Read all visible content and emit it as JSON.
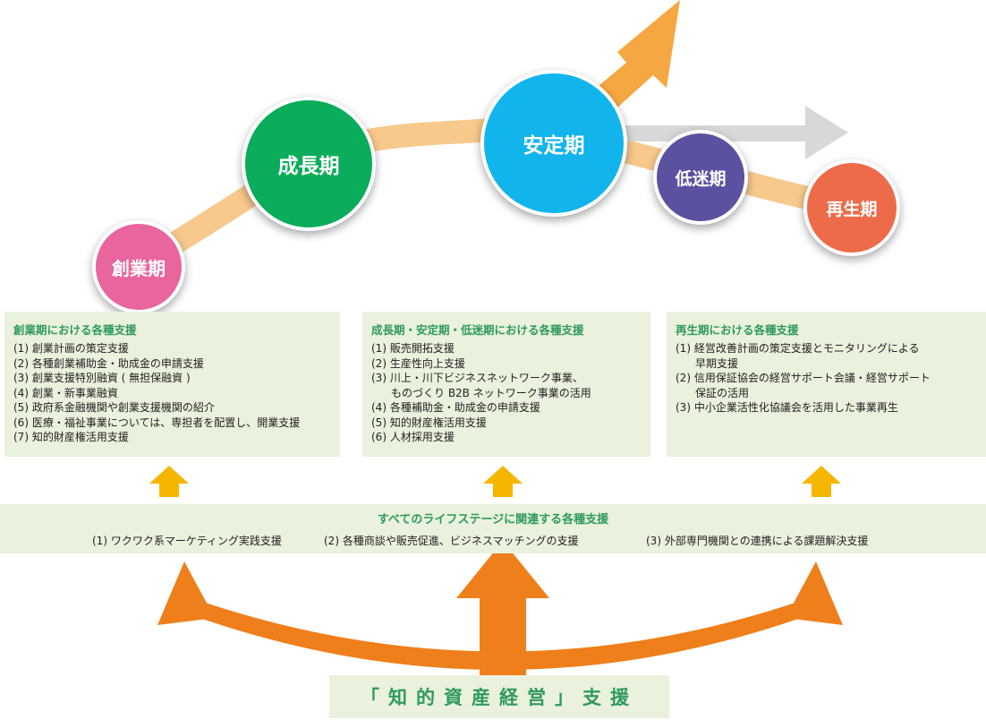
{
  "stages": {
    "sogyo": "創業期",
    "seicho": "成長期",
    "antei": "安定期",
    "teimei": "低迷期",
    "saisei": "再生期"
  },
  "panels": {
    "left": {
      "title": "創業期における各種支援",
      "items": [
        "(1) 創業計画の策定支援",
        "(2) 各種創業補助金・助成金の申請支援",
        "(3) 創業支援特別融資 ( 無担保融資 )",
        "(4) 創業・新事業融資",
        "(5) 政府系金融機関や創業支援機関の紹介",
        "(6) 医療・福祉事業については、専担者を配置し、開業支援",
        "(7) 知的財産権活用支援"
      ]
    },
    "middle": {
      "title": "成長期・安定期・低迷期における各種支援",
      "items": [
        "(1) 販売開拓支援",
        "(2) 生産性向上支援",
        "(3) 川上・川下ビジネスネットワーク事業、",
        "ものづくり B2B ネットワーク事業の活用",
        "(4) 各種補助金・助成金の申請支援",
        "(5) 知的財産権活用支援",
        "(6) 人材採用支援"
      ]
    },
    "right": {
      "title": "再生期における各種支援",
      "items": [
        "(1) 経営改善計画の策定支援とモニタリングによる",
        "早期支援",
        "(2) 信用保証協会の経営サポート会議・経営サポート",
        "保証の活用",
        "(3) 中小企業活性化協議会を活用した事業再生"
      ]
    }
  },
  "common": {
    "title": "すべてのライフステージに関連する各種支援",
    "items": [
      "(1) ワクワク系マーケティング実践支援",
      "(2) 各種商談や販売促進、ビジネスマッチングの支援",
      "(3) 外部専門機関との連携による課題解決支援"
    ]
  },
  "bottom": {
    "label": "「知的資産経営」支援"
  },
  "colors": {
    "path": "#f7c98c",
    "orange_arrow": "#f5a742",
    "gray_arrow": "#d8d8d8",
    "sogyo": "#e8659e",
    "seicho": "#0bac5b",
    "antei": "#12b4ec",
    "teimei": "#5b51a1",
    "saisei": "#ee6b4a",
    "panel_bg": "#eaf1dc",
    "title_green": "#2e9a5e",
    "yellow_arrow": "#f6b600",
    "big_arrow": "#ef7f1a"
  }
}
